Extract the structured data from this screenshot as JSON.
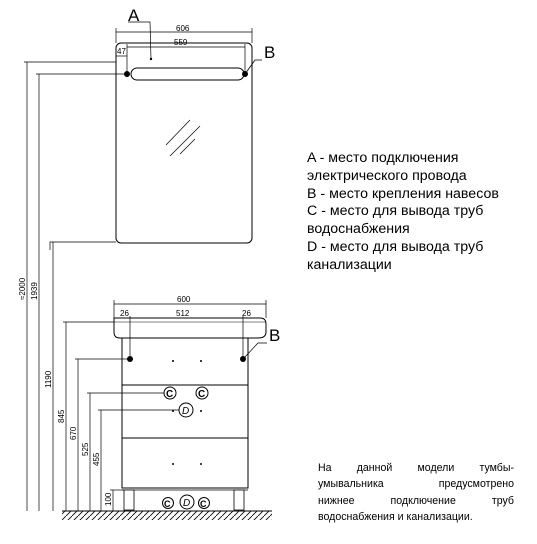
{
  "markers": {
    "a": "A",
    "b_top": "B",
    "b_bottom": "B",
    "c": "C",
    "d": "D"
  },
  "dims": {
    "mirror_width": "606",
    "mirror_hole_span": "559",
    "mirror_edge": "47",
    "cabinet_width": "600",
    "cabinet_hole_span": "512",
    "cabinet_edge_left": "26",
    "cabinet_edge_right": "26",
    "h_total": "≈2000",
    "h_1939": "1939",
    "h_1190": "1190",
    "h_845": "845",
    "h_670": "670",
    "h_525": "525",
    "h_455": "455",
    "h_100": "100"
  },
  "legend": [
    "A - место подключения",
    "электрического провода",
    "B - место крепления навесов",
    "C - место для вывода труб",
    "водоснабжения",
    "D - место для вывода труб",
    "канализации"
  ],
  "note": [
    "На данной модели тумбы-",
    "умывальника предусмотрено",
    "нижнее подключение труб",
    "водоснабжения и канализации."
  ]
}
